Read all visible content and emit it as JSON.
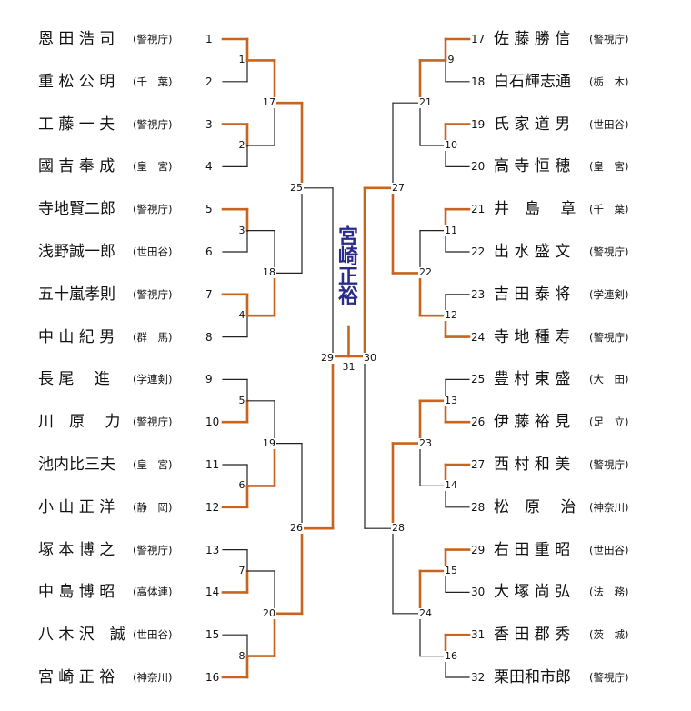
{
  "champion": "宮崎正裕",
  "line_colors": {
    "winner": "#c8641e",
    "other": "#222222"
  },
  "left_players": [
    {
      "seed": "1",
      "name": "恩 田 浩 司",
      "pref": "(警視庁)"
    },
    {
      "seed": "2",
      "name": "重 松 公 明",
      "pref": "(千　葉)"
    },
    {
      "seed": "3",
      "name": "工 藤 一 夫",
      "pref": "(警視庁)"
    },
    {
      "seed": "4",
      "name": "國 吉 奉 成",
      "pref": "(皇　宮)"
    },
    {
      "seed": "5",
      "name": "寺地賢二郎",
      "pref": "(警視庁)"
    },
    {
      "seed": "6",
      "name": "浅野誠一郎",
      "pref": "(世田谷)"
    },
    {
      "seed": "7",
      "name": "五十嵐孝則",
      "pref": "(警視庁)"
    },
    {
      "seed": "8",
      "name": "中 山 紀 男",
      "pref": "(群　馬)"
    },
    {
      "seed": "9",
      "name": "長 尾　 進",
      "pref": "(学連剣)"
    },
    {
      "seed": "10",
      "name": "川　原　 力",
      "pref": "(警視庁)"
    },
    {
      "seed": "11",
      "name": "池内比三夫",
      "pref": "(皇　宮)"
    },
    {
      "seed": "12",
      "name": "小 山 正 洋",
      "pref": "(静　岡)"
    },
    {
      "seed": "13",
      "name": "塚 本 博 之",
      "pref": "(警視庁)"
    },
    {
      "seed": "14",
      "name": "中 島 博 昭",
      "pref": "(高体連)"
    },
    {
      "seed": "15",
      "name": "八 木 沢　誠",
      "pref": "(世田谷)"
    },
    {
      "seed": "16",
      "name": "宮 崎 正 裕",
      "pref": "(神奈川)"
    }
  ],
  "right_players": [
    {
      "seed": "17",
      "name": "佐 藤 勝 信",
      "pref": "(警視庁)"
    },
    {
      "seed": "18",
      "name": "白石輝志通",
      "pref": "(栃　木)"
    },
    {
      "seed": "19",
      "name": "氏 家 道 男",
      "pref": "(世田谷)"
    },
    {
      "seed": "20",
      "name": "高 寺 恒 穂",
      "pref": "(皇　宮)"
    },
    {
      "seed": "21",
      "name": "井　島　 章",
      "pref": "(千　葉)"
    },
    {
      "seed": "22",
      "name": "出 水 盛 文",
      "pref": "(警視庁)"
    },
    {
      "seed": "23",
      "name": "吉 田 泰 将",
      "pref": "(学連剣)"
    },
    {
      "seed": "24",
      "name": "寺 地 種 寿",
      "pref": "(警視庁)"
    },
    {
      "seed": "25",
      "name": "豊 村 東 盛",
      "pref": "(大　田)"
    },
    {
      "seed": "26",
      "name": "伊 藤 裕 見",
      "pref": "(足　立)"
    },
    {
      "seed": "27",
      "name": "西 村 和 美",
      "pref": "(警視庁)"
    },
    {
      "seed": "28",
      "name": "松　原　 治",
      "pref": "(神奈川)"
    },
    {
      "seed": "29",
      "name": "右 田 重 昭",
      "pref": "(世田谷)"
    },
    {
      "seed": "30",
      "name": "大 塚 尚 弘",
      "pref": "(法　務)"
    },
    {
      "seed": "31",
      "name": "香 田 郡 秀",
      "pref": "(茨　城)"
    },
    {
      "seed": "32",
      "name": "栗田和市郎",
      "pref": "(警視庁)"
    }
  ],
  "left_rounds": {
    "r1": [
      {
        "label": "1",
        "winner": "top"
      },
      {
        "label": "2",
        "winner": "top"
      },
      {
        "label": "3",
        "winner": "top"
      },
      {
        "label": "4",
        "winner": "top"
      },
      {
        "label": "5",
        "winner": "bottom"
      },
      {
        "label": "6",
        "winner": "bottom"
      },
      {
        "label": "7",
        "winner": "bottom"
      },
      {
        "label": "8",
        "winner": "bottom"
      }
    ],
    "r2": [
      {
        "label": "17",
        "winner": "top"
      },
      {
        "label": "18",
        "winner": "bottom"
      },
      {
        "label": "19",
        "winner": "bottom"
      },
      {
        "label": "20",
        "winner": "bottom"
      }
    ],
    "r3": [
      {
        "label": "25",
        "winner": "top"
      },
      {
        "label": "26",
        "winner": "bottom"
      }
    ],
    "r4": [
      {
        "label": "29",
        "winner": "bottom"
      }
    ]
  },
  "right_rounds": {
    "r1": [
      {
        "label": "9",
        "winner": "top"
      },
      {
        "label": "10",
        "winner": "top"
      },
      {
        "label": "11",
        "winner": "top"
      },
      {
        "label": "12",
        "winner": "bottom"
      },
      {
        "label": "13",
        "winner": "bottom"
      },
      {
        "label": "14",
        "winner": "top"
      },
      {
        "label": "15",
        "winner": "top"
      },
      {
        "label": "16",
        "winner": "top"
      }
    ],
    "r2": [
      {
        "label": "21",
        "winner": "top"
      },
      {
        "label": "22",
        "winner": "bottom"
      },
      {
        "label": "23",
        "winner": "top"
      },
      {
        "label": "24",
        "winner": "top"
      }
    ],
    "r3": [
      {
        "label": "27",
        "winner": "bottom"
      },
      {
        "label": "28",
        "winner": "top"
      }
    ],
    "r4": [
      {
        "label": "30",
        "winner": "top"
      }
    ]
  },
  "final_label": "31"
}
